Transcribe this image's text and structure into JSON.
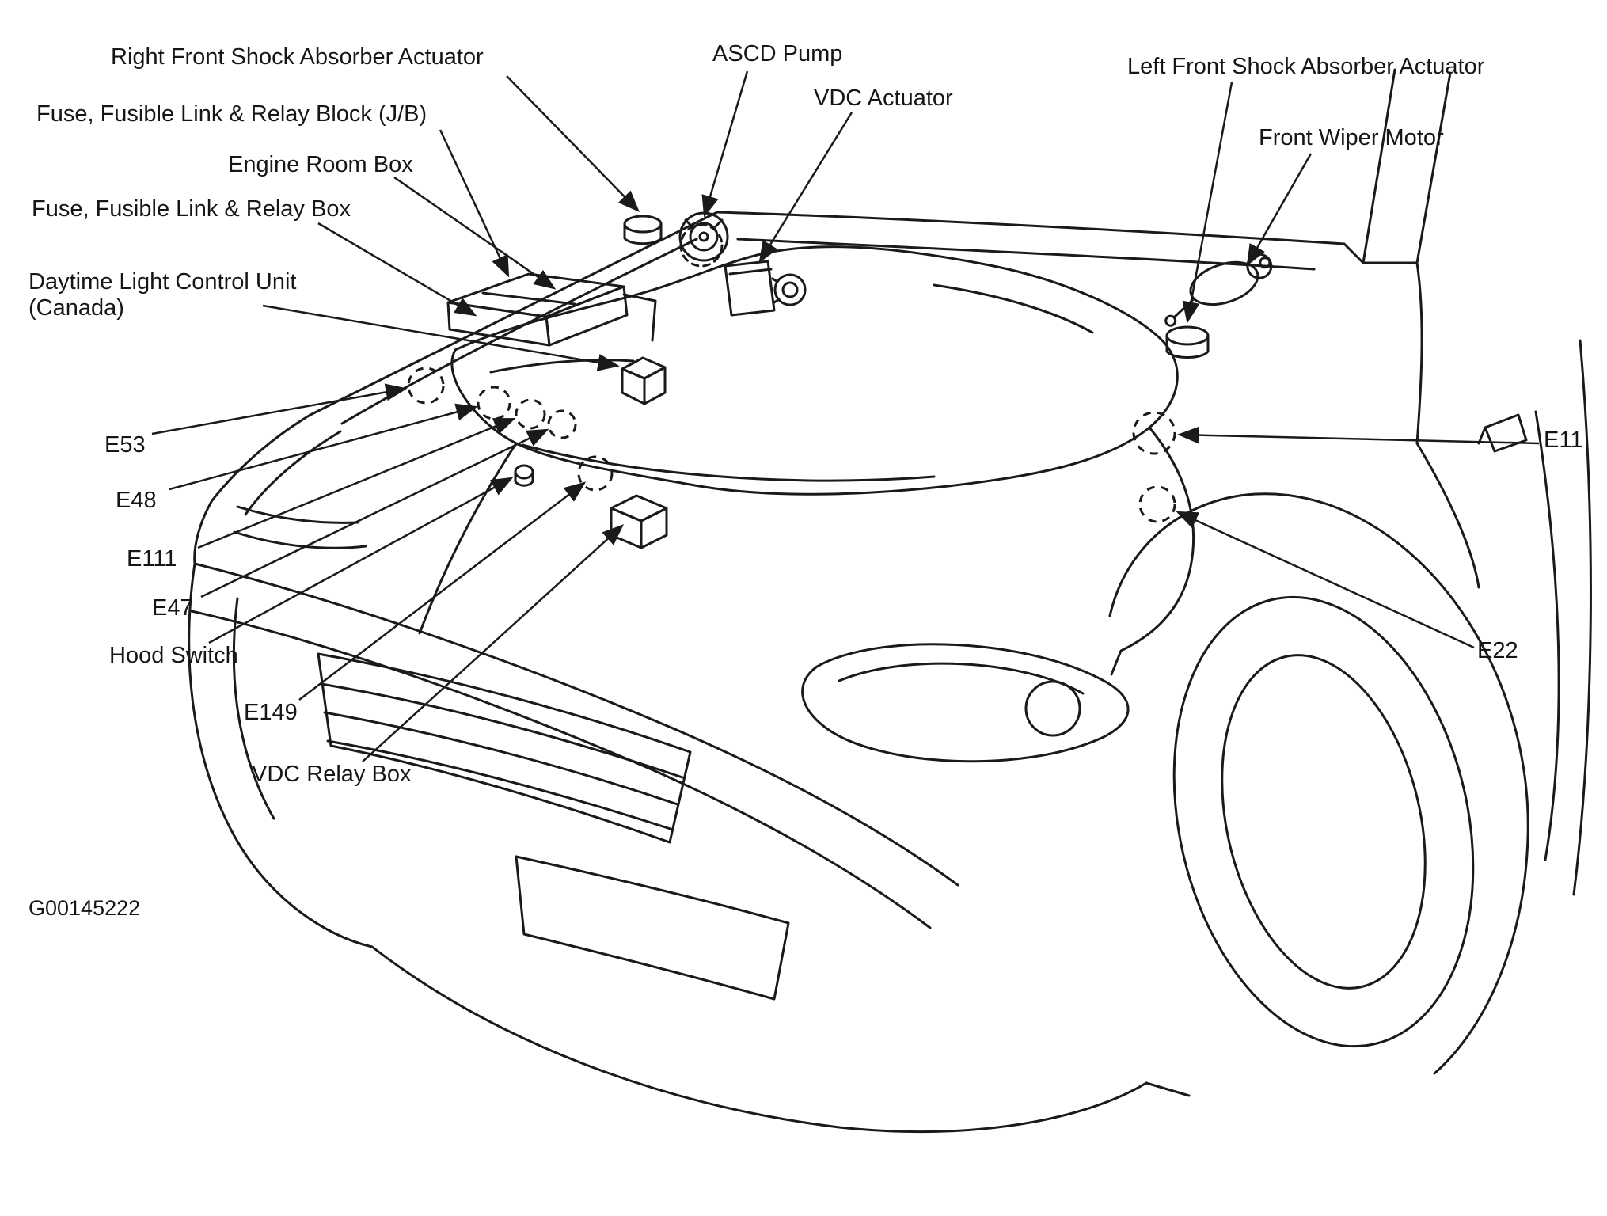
{
  "figure": {
    "id": "G00145222"
  },
  "colors": {
    "line": "#1a1a1a",
    "background": "#ffffff"
  },
  "labels": {
    "right_front_shock": "Right Front Shock Absorber Actuator",
    "ascd_pump": "ASCD Pump",
    "vdc_actuator": "VDC Actuator",
    "left_front_shock": "Left Front Shock Absorber Actuator",
    "front_wiper_motor": "Front Wiper Motor",
    "fuse_block_jb": "Fuse, Fusible Link & Relay Block (J/B)",
    "engine_room_box": "Engine Room Box",
    "fuse_box": "Fuse, Fusible Link & Relay Box",
    "daytime_light_line1": "Daytime Light Control Unit",
    "daytime_light_line2": "(Canada)",
    "e53": "E53",
    "e48": "E48",
    "e111": "E111",
    "e47": "E47",
    "hood_switch": "Hood Switch",
    "e149": "E149",
    "vdc_relay_box": "VDC Relay Box",
    "e11": "E11",
    "e22": "E22"
  }
}
